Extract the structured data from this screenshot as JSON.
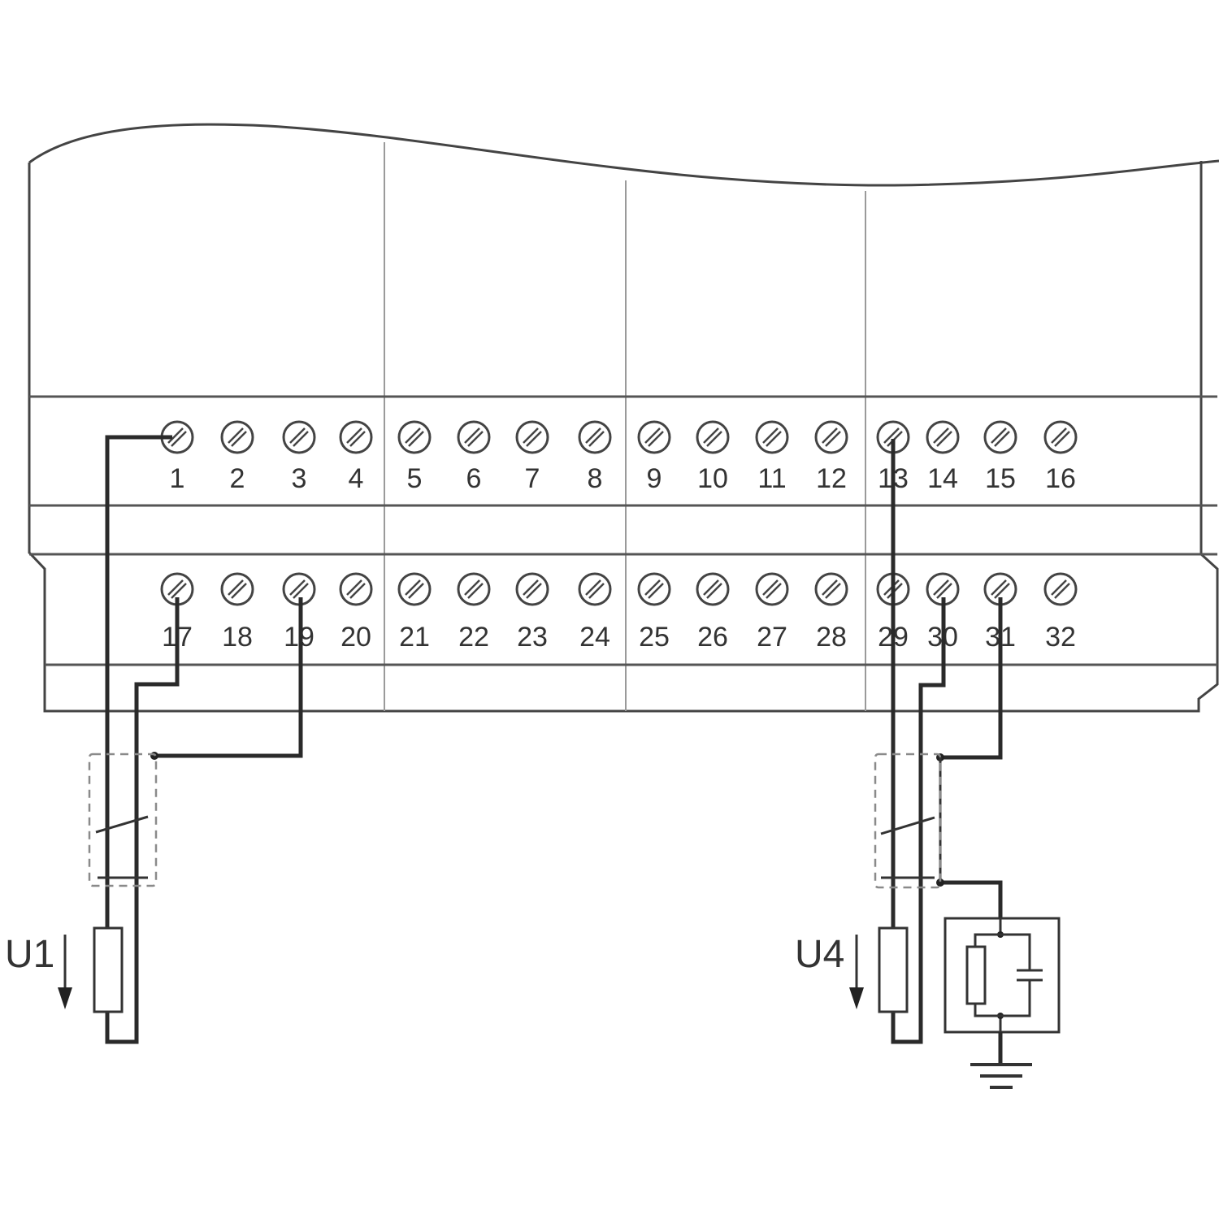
{
  "terminals": {
    "top": [
      "1",
      "2",
      "3",
      "4",
      "5",
      "6",
      "7",
      "8",
      "9",
      "10",
      "11",
      "12",
      "13",
      "14",
      "15",
      "16"
    ],
    "bottom": [
      "17",
      "18",
      "19",
      "20",
      "21",
      "22",
      "23",
      "24",
      "25",
      "26",
      "27",
      "28",
      "29",
      "30",
      "31",
      "32"
    ]
  },
  "sources": {
    "u1": "U1",
    "u4": "U4"
  }
}
